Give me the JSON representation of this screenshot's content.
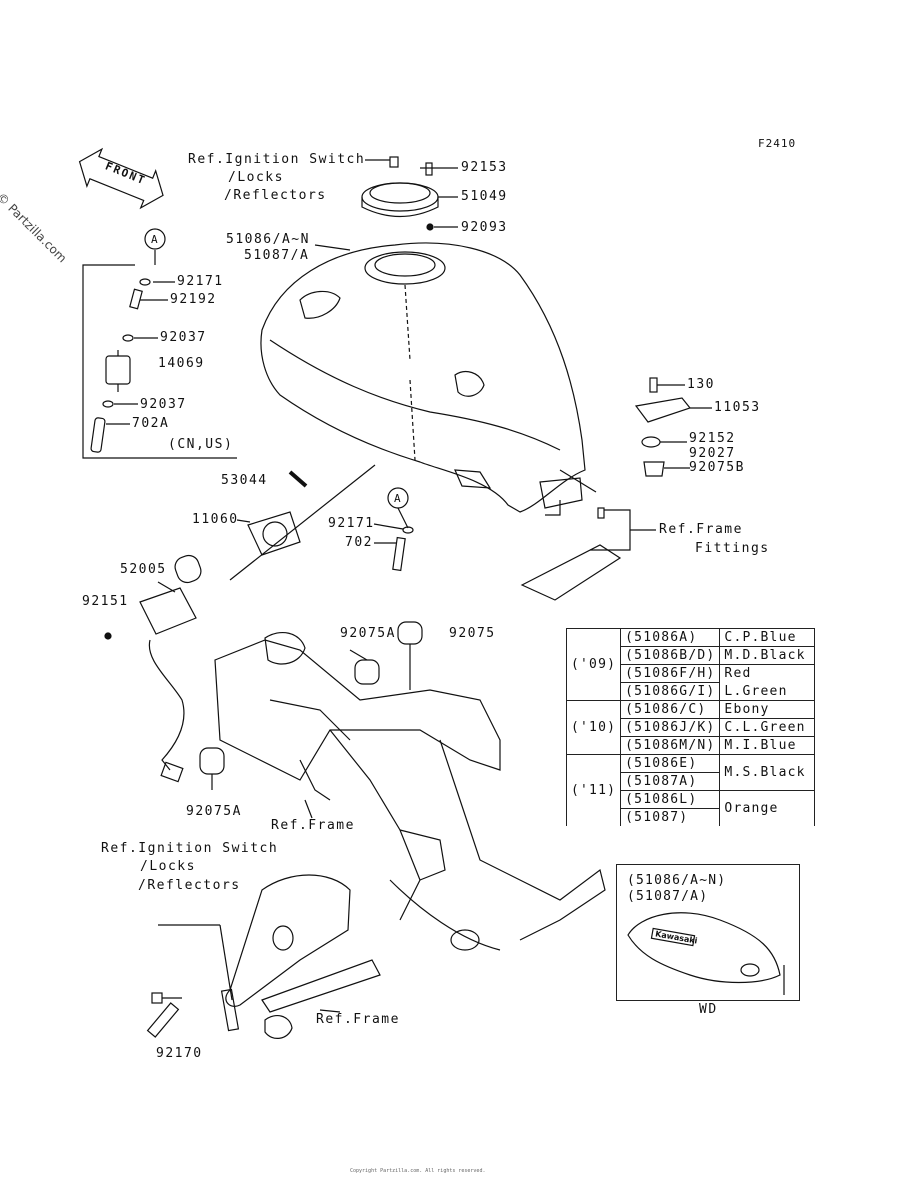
{
  "figure_id": "F2410",
  "watermark": "© Partzilla.com",
  "front_arrow": "FRONT",
  "labels": {
    "ref_ignition_top_1": "Ref.Ignition Switch",
    "ref_ignition_top_2": "/Locks",
    "ref_ignition_top_3": "/Reflectors",
    "p92153": "92153",
    "p51049": "51049",
    "p92093": "92093",
    "p51086": "51086/A~N",
    "p51087": "51087/A",
    "circle_a_top": "A",
    "p92171_top": "92171",
    "p92192": "92192",
    "p92037_a": "92037",
    "p14069": "14069",
    "p92037_b": "92037",
    "p702a": "702A",
    "cn_us": "(CN,US)",
    "p130": "130",
    "p11053": "11053",
    "p92152": "92152",
    "p92027": "92027",
    "p92075b": "92075B",
    "p53044": "53044",
    "p11060": "11060",
    "circle_a_mid": "A",
    "p92171_mid": "92171",
    "p702": "702",
    "ref_frame_fittings_1": "Ref.Frame",
    "ref_frame_fittings_2": "Fittings",
    "p52005": "52005",
    "p92151": "92151",
    "p92075a_top": "92075A",
    "p92075": "92075",
    "p92075a_bot": "92075A",
    "ref_frame_mid": "Ref.Frame",
    "ref_ignition_bot_1": "Ref.Ignition Switch",
    "ref_ignition_bot_2": "/Locks",
    "ref_ignition_bot_3": "/Reflectors",
    "ref_frame_bot": "Ref.Frame",
    "p92170": "92170"
  },
  "color_table": [
    {
      "year": "('09)",
      "rows": [
        {
          "code": "(51086A)",
          "color": "C.P.Blue"
        },
        {
          "code": "(51086B/D)",
          "color": "M.D.Black"
        },
        {
          "code": "(51086F/H)",
          "color": "Red"
        },
        {
          "code": "(51086G/I)",
          "color": "L.Green"
        }
      ]
    },
    {
      "year": "('10)",
      "rows": [
        {
          "code": "(51086/C)",
          "color": "Ebony"
        },
        {
          "code": "(51086J/K)",
          "color": "C.L.Green"
        },
        {
          "code": "(51086M/N)",
          "color": "M.I.Blue"
        }
      ]
    },
    {
      "year": "('11)",
      "rows": [
        {
          "code": "(51086E)",
          "color": "M.S.Black"
        },
        {
          "code": "(51087A)",
          "color": ""
        },
        {
          "code": "(51086L)",
          "color": "Orange"
        },
        {
          "code": "(51087)",
          "color": ""
        }
      ]
    }
  ],
  "inset": {
    "line1": "(51086/A~N)",
    "line2": "(51087/A)",
    "badge": "Kawasaki",
    "caption": "WD"
  },
  "footer": "Copyright Partzilla.com. All rights reserved."
}
